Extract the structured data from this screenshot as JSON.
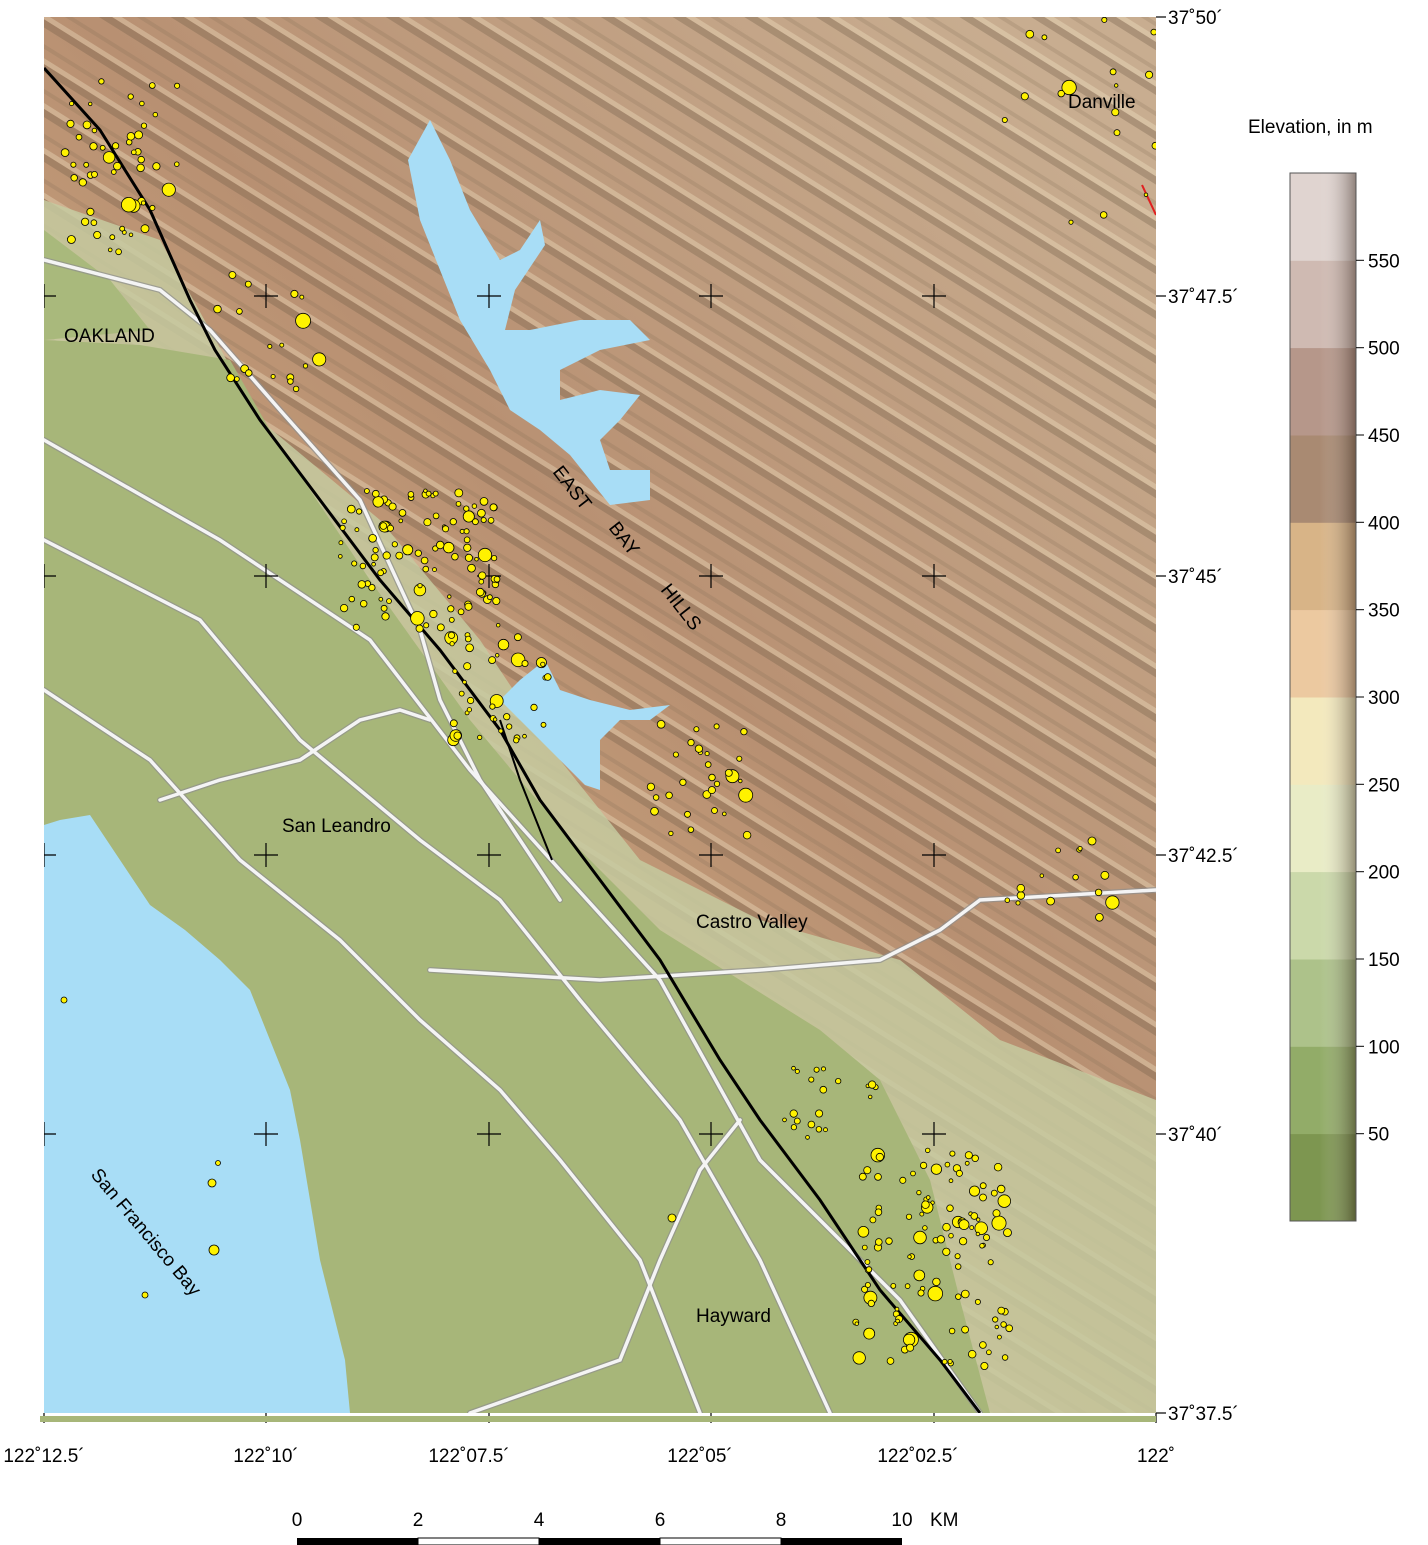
{
  "map": {
    "place_labels": {
      "oakland": "OAKLAND",
      "danville": "Danville",
      "san_leandro": "San Leandro",
      "castro_valley": "Castro Valley",
      "hayward": "Hayward",
      "sf_bay": "San Francisco Bay",
      "east_bay_hills_words": [
        "EAST",
        "BAY",
        "HILLS"
      ]
    },
    "latitude_labels": [
      "37˚50´",
      "37˚47.5´",
      "37˚45´",
      "37˚42.5´",
      "37˚40´",
      "37˚37.5´"
    ],
    "longitude_labels": [
      "122˚12.5´",
      "122˚10´",
      "122˚07.5´",
      "122˚05´",
      "122˚02.5´",
      "122˚"
    ]
  },
  "legend": {
    "title": "Elevation, in m",
    "ticks": [
      "550",
      "500",
      "450",
      "400",
      "350",
      "300",
      "250",
      "200",
      "150",
      "100",
      "50"
    ],
    "bands": [
      "#7d9650",
      "#92ac68",
      "#adc28a",
      "#cbd9aa",
      "#e9ecc6",
      "#f3e9bd",
      "#ecc9a0",
      "#d8b487",
      "#a98a72",
      "#b6978a",
      "#cfbab2",
      "#e0d4d0"
    ]
  },
  "scale_bar": {
    "labels": [
      "0",
      "2",
      "4",
      "6",
      "8",
      "10"
    ],
    "unit": "KM"
  },
  "colors": {
    "water": "#a8ddf6",
    "lowland": "#a7b679",
    "earthquake": "#fff200",
    "fault": "#000000",
    "road": "#f4f4f4"
  }
}
